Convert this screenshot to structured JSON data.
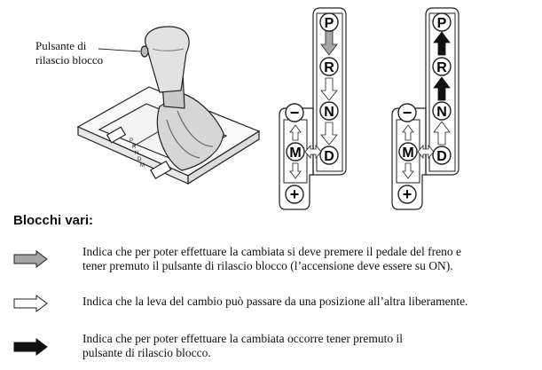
{
  "callout": {
    "line1": "Pulsante di",
    "line2": "rilascio blocco"
  },
  "shifter": {
    "positions": {
      "p": "P",
      "r": "R",
      "n": "N",
      "d": "D",
      "m": "M",
      "minus": "−",
      "plus": "+"
    },
    "base_labels": [
      "P",
      "R",
      "N",
      "D",
      "M"
    ]
  },
  "heading": "Blocchi vari:",
  "legend": [
    {
      "arrow": "gray",
      "color": "#a6a6a6",
      "line1": "Indica che per poter effettuare la cambiata si deve premere il pedale del freno e",
      "line2": "tener premuto il pulsante di rilascio blocco (l’accensione deve essere su ON)."
    },
    {
      "arrow": "white",
      "color": "#ffffff",
      "line1": "Indica che la leva del cambio può passare da una posizione all’altra liberamente.",
      "line2": ""
    },
    {
      "arrow": "black",
      "color": "#111111",
      "line1": "Indica che per poter effettuare la cambiata occorre tener premuto il",
      "line2": "pulsante di rilascio blocco."
    }
  ]
}
